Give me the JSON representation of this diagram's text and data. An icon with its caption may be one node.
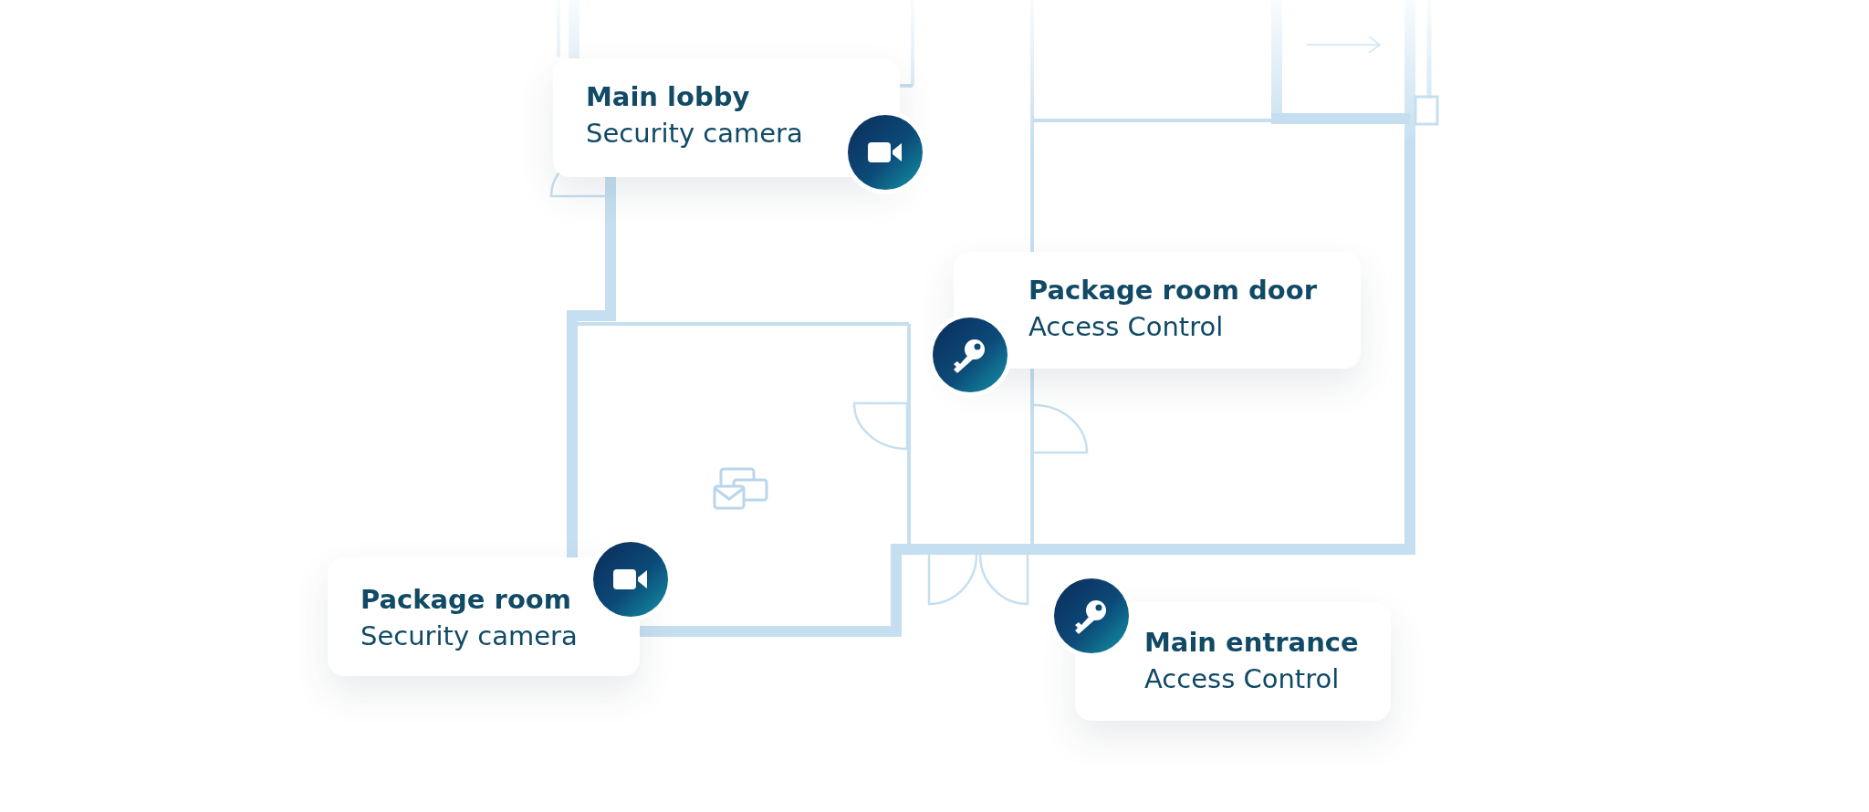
{
  "diagram": {
    "nodes": [
      {
        "text": [
          "Main lobby",
          "Security camera"
        ]
      },
      {
        "text": [
          "Package room door",
          "Access Control"
        ]
      },
      {
        "text": [
          "Package room",
          "Security camera"
        ]
      },
      {
        "text": [
          "Main entrance",
          "Access Control"
        ]
      }
    ]
  }
}
